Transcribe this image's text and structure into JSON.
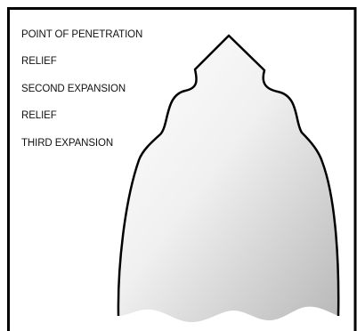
{
  "labels": [
    "POINT OF PENETRATION",
    "RELIEF",
    "SECOND EXPANSION",
    "RELIEF",
    "THIRD EXPANSION"
  ],
  "colors": {
    "outline": "#000000",
    "fill_light": "#ffffff",
    "fill_dark": "#b8b8b8"
  }
}
